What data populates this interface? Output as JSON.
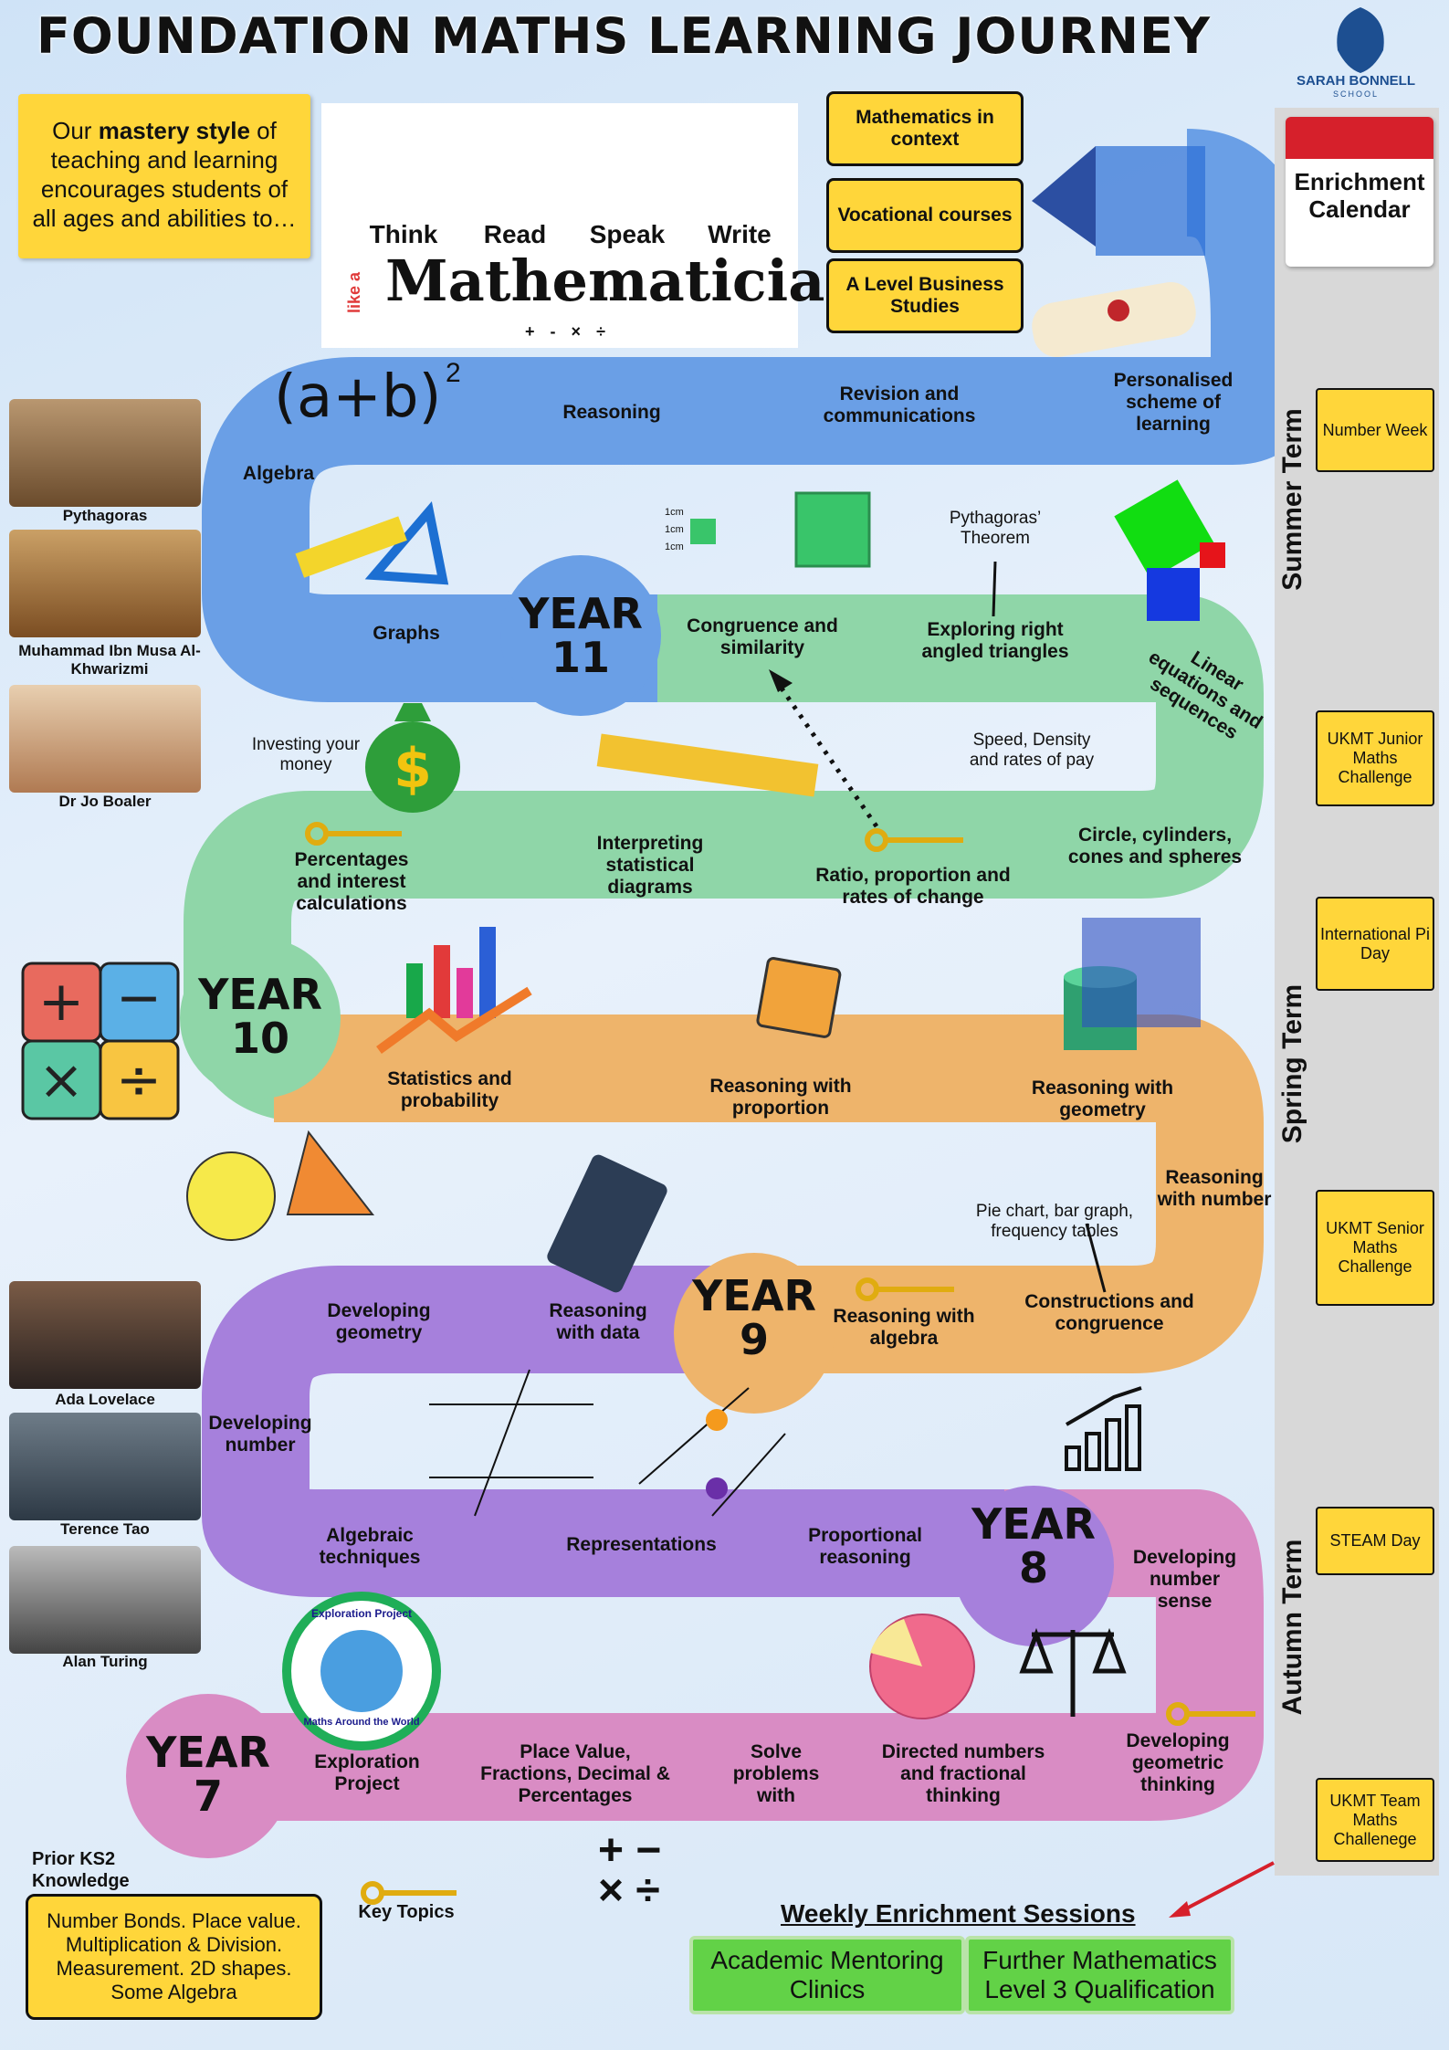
{
  "title": "FOUNDATION MATHS LEARNING JOURNEY",
  "logo": {
    "name": "SARAH BONNELL",
    "sub": "SCHOOL"
  },
  "intro": {
    "pre": "Our ",
    "strong": "mastery style",
    "post": " of teaching and learning encourages students of all ages and abilities to…"
  },
  "mathematician": {
    "verbs": [
      "Think",
      "Read",
      "Speak",
      "Write"
    ],
    "like_a": "like a",
    "word": "Mathematician",
    "ops": "+ - × ÷"
  },
  "beyond": [
    "Mathematics in context",
    "Vocational courses",
    "A Level Business Studies"
  ],
  "people": [
    "Pythagoras",
    "Muhammad Ibn Musa Al-Khwarizmi",
    "Dr Jo Boaler",
    "Ada Lovelace",
    "Terence Tao",
    "Alan Turing"
  ],
  "years": [
    "YEAR 7",
    "YEAR 8",
    "YEAR 9",
    "YEAR 10",
    "YEAR 11"
  ],
  "year_parts": {
    "y7": [
      "YEAR",
      "7"
    ],
    "y8": [
      "YEAR",
      "8"
    ],
    "y9": [
      "YEAR",
      "9"
    ],
    "y10": [
      "YEAR",
      "10"
    ],
    "y11": [
      "YEAR",
      "11"
    ]
  },
  "topics": {
    "y7": [
      "Exploration Project",
      "Place Value, Fractions, Decimal & Percentages",
      "Solve problems with",
      "Directed numbers and fractional thinking",
      "Developing geometric thinking"
    ],
    "y8": [
      "Developing number sense",
      "Proportional reasoning",
      "Representations",
      "Algebraic techniques",
      "Developing number"
    ],
    "y9": [
      "Developing geometry",
      "Reasoning with data",
      "Reasoning with algebra",
      "Constructions and congruence",
      "Reasoning with number"
    ],
    "y10": [
      "Statistics and probability",
      "Reasoning with proportion",
      "Reasoning with geometry",
      "Circle, cylinders, cones and spheres",
      "Ratio, proportion and rates of change",
      "Interpreting statistical diagrams",
      "Percentages and interest calculations"
    ],
    "y11": [
      "Graphs",
      "Congruence and similarity",
      "Exploring right angled triangles",
      "Linear equations and sequences",
      "Algebra",
      "Reasoning",
      "Revision and communications",
      "Personalised scheme of learning"
    ]
  },
  "notes": {
    "pie": "Pie chart, bar graph, frequency tables",
    "investing": "Investing your money",
    "speed": "Speed, Density and rates of pay",
    "pythag": "Pythagoras’ Theorem",
    "algebra_formula": "(a+b)",
    "sq": "2",
    "cm": [
      "1cm",
      "1cm",
      "1cm"
    ],
    "ops_icon": "+ − × ÷"
  },
  "exploration_badge": {
    "top": "Exploration Project",
    "bottom": "Maths Around the World"
  },
  "enrichment": {
    "header": "Enrichment Calendar",
    "terms": [
      "Summer Term",
      "Spring Term",
      "Autumn Term"
    ],
    "events": [
      "Number Week",
      "UKMT Junior Maths Challenge",
      "International Pi Day",
      "UKMT Senior Maths Challenge",
      "STEAM Day",
      "UKMT Team Maths Challenege"
    ]
  },
  "prior": {
    "label": "Prior KS2 Knowledge",
    "text": "Number Bonds. Place value. Multiplication & Division. Measurement. 2D shapes. Some Algebra"
  },
  "key_topics": "Key Topics",
  "weekly": {
    "title": "Weekly Enrichment Sessions",
    "items": [
      "Academic Mentoring Clinics",
      "Further Mathematics Level 3 Qualification"
    ]
  },
  "colors": {
    "y7": "#d98cc4",
    "y8": "#a680dc",
    "y9": "#eeb46b",
    "y10": "#8fd6a8",
    "y11": "#6a9fe6",
    "accent_yellow": "#ffd63a",
    "green_btn": "#62d247"
  }
}
